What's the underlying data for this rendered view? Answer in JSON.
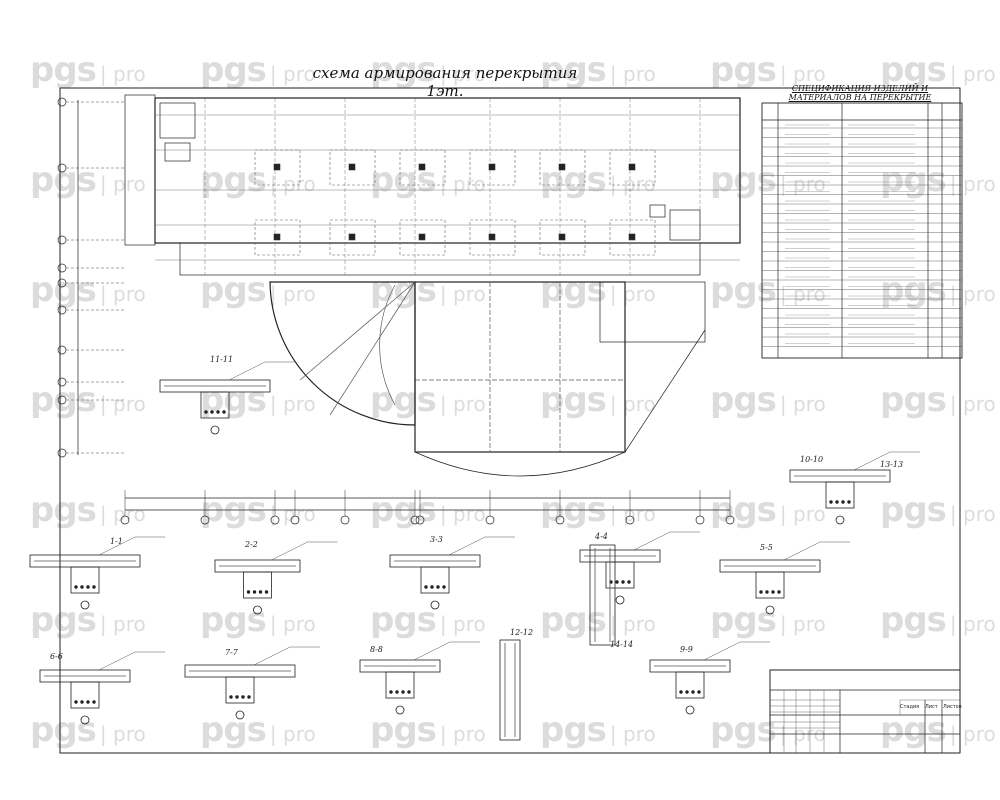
{
  "drawing": {
    "title": "схема армирования перекрытия 1эт.",
    "spec_title": "СПЕЦИФИКАЦИЯ ИЗДЕЛИЙ И МАТЕРИАЛОВ НА ПЕРЕКРЫТИЕ"
  },
  "watermark": {
    "brand": "pgs",
    "suffix": "pro"
  },
  "sections": [
    "1-1",
    "2-2",
    "3-3",
    "4-4",
    "5-5",
    "6-6",
    "7-7",
    "8-8",
    "9-9",
    "10-10",
    "11-11",
    "12-12",
    "13-13",
    "14-14"
  ],
  "title_block": {
    "sheet_label": "Лист",
    "sheets_label": "Листов",
    "stage_label": "Стадия"
  },
  "colors": {
    "line": "#222222",
    "watermark": "#dcdcdc",
    "background": "#ffffff"
  }
}
